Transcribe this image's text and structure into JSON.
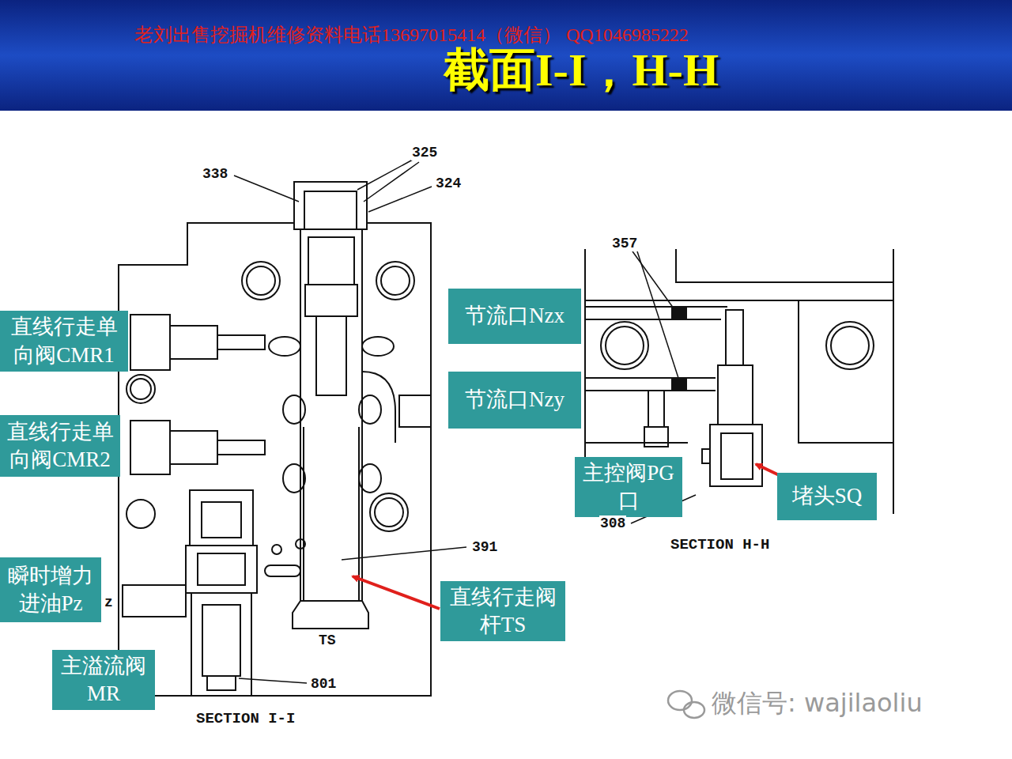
{
  "diagram": {
    "title": "截面I-I，H-H",
    "nodes": [
      {
        "text": [
          "直线行走单向阀CMR1"
        ]
      },
      {
        "text": [
          "直线行走单向阀CMR2"
        ]
      },
      {
        "text": [
          "瞬时增力进油Pz"
        ]
      },
      {
        "text": [
          "主溢流阀MR"
        ]
      },
      {
        "text": [
          "节流口Nzx"
        ]
      },
      {
        "text": [
          "节流口Nzy"
        ]
      },
      {
        "text": [
          "主控阀PG口"
        ]
      },
      {
        "text": [
          "堵头SQ"
        ]
      },
      {
        "text": [
          "直线行走阀杆TS"
        ]
      }
    ],
    "labels": [
      "老刘出售挖掘机维修资料电话13697015414（微信） QQ1046985222",
      "338",
      "325",
      "324",
      "391",
      "z",
      "TS",
      "801",
      "SECTION I-I",
      "357",
      "308",
      "SECTION H-H",
      "微信号: wajilaoliu"
    ]
  }
}
